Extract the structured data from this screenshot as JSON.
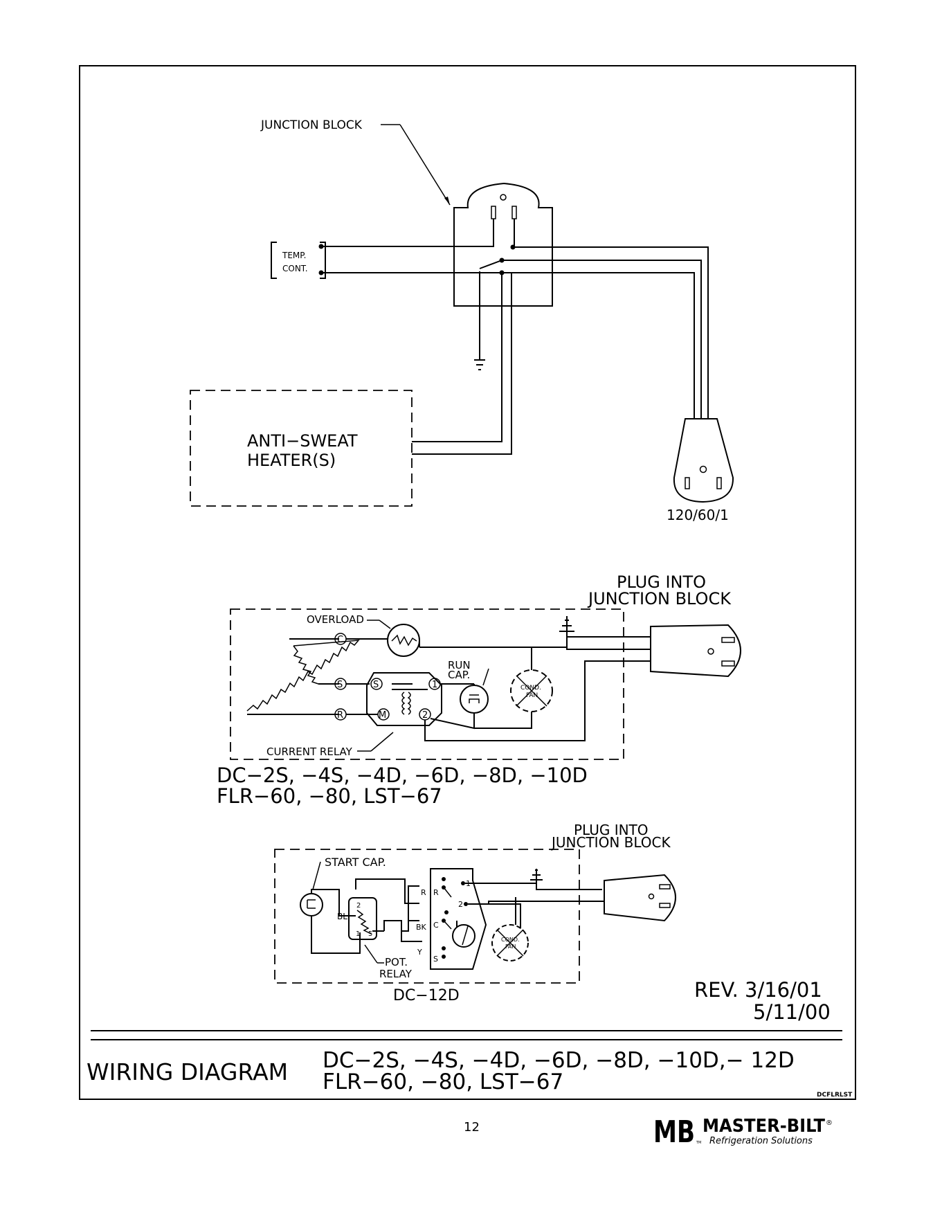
{
  "top_diagram": {
    "junction_block_label": "JUNCTION BLOCK",
    "temp_cont_line1": "TEMP.",
    "temp_cont_line2": "CONT.",
    "heater_line1": "ANTI−SWEAT",
    "heater_line2": "HEATER(S)",
    "power_rating": "120/60/1"
  },
  "middle_diagram": {
    "plug_line1": "PLUG INTO",
    "plug_line2": "JUNCTION BLOCK",
    "overload_label": "OVERLOAD",
    "terminal_c": "C",
    "terminal_s": "S",
    "terminal_r": "R",
    "relay_s": "S",
    "relay_m": "M",
    "relay_1": "1",
    "relay_2": "2",
    "run_cap_line1": "RUN",
    "run_cap_line2": "CAP.",
    "fan_line1": "COND.",
    "fan_line2": "FAN",
    "current_relay_label": "CURRENT RELAY",
    "model_line1": "DC−2S, −4S, −4D, −6D, −8D, −10D",
    "model_line2": "FLR−60, −80, LST−67"
  },
  "bottom_diagram": {
    "plug_line1": "PLUG INTO",
    "plug_line2": "JUNCTION BLOCK",
    "start_cap_label": "START CAP.",
    "wire_bl": "BL",
    "wire_r": "R",
    "wire_bk": "BK",
    "wire_y": "Y",
    "term_r": "R",
    "term_c": "C",
    "term_s": "S",
    "term_1": "1",
    "term_2": "2",
    "relay_2": "2",
    "relay_1": "1",
    "relay_5": "5",
    "pot_relay_line1": "POT.",
    "pot_relay_line2": "RELAY",
    "fan_line1": "COND.",
    "fan_line2": "FAN",
    "model": "DC−12D"
  },
  "revision": {
    "line1": "REV. 3/16/01",
    "line2": "5/11/00"
  },
  "title_block": {
    "title": "WIRING DIAGRAM",
    "models_line1": "DC−2S, −4S, −4D, −6D, −8D, −10D,− 12D",
    "models_line2": "FLR−60, −80, LST−67",
    "drawing_code": "DCFLRLST"
  },
  "footer": {
    "page_number": "12",
    "logo_mb": "MB",
    "logo_brand": "MASTER-BILT",
    "logo_reg": "®",
    "logo_tagline": "Refrigeration Solutions",
    "logo_tm": "TM"
  }
}
